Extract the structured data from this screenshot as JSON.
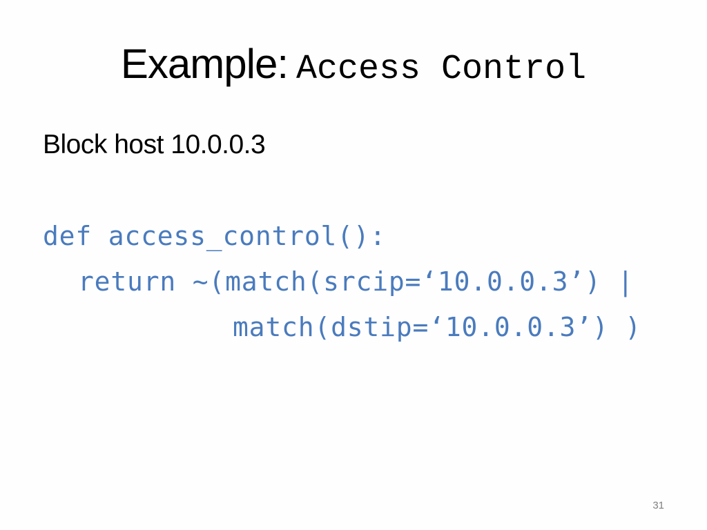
{
  "slide": {
    "title_prefix": "Example:",
    "title_code": "Access Control",
    "subtitle": "Block host 10.0.0.3",
    "code_lines": [
      "def access_control():",
      "return ~(match(srcip=‘10.0.0.3’) |",
      "match(dstip=‘10.0.0.3’) )"
    ],
    "page_number": "31"
  },
  "colors": {
    "code": "#4a7bbd",
    "text": "#000000",
    "page_number": "#7f7f7f",
    "background": "#fefefe"
  }
}
